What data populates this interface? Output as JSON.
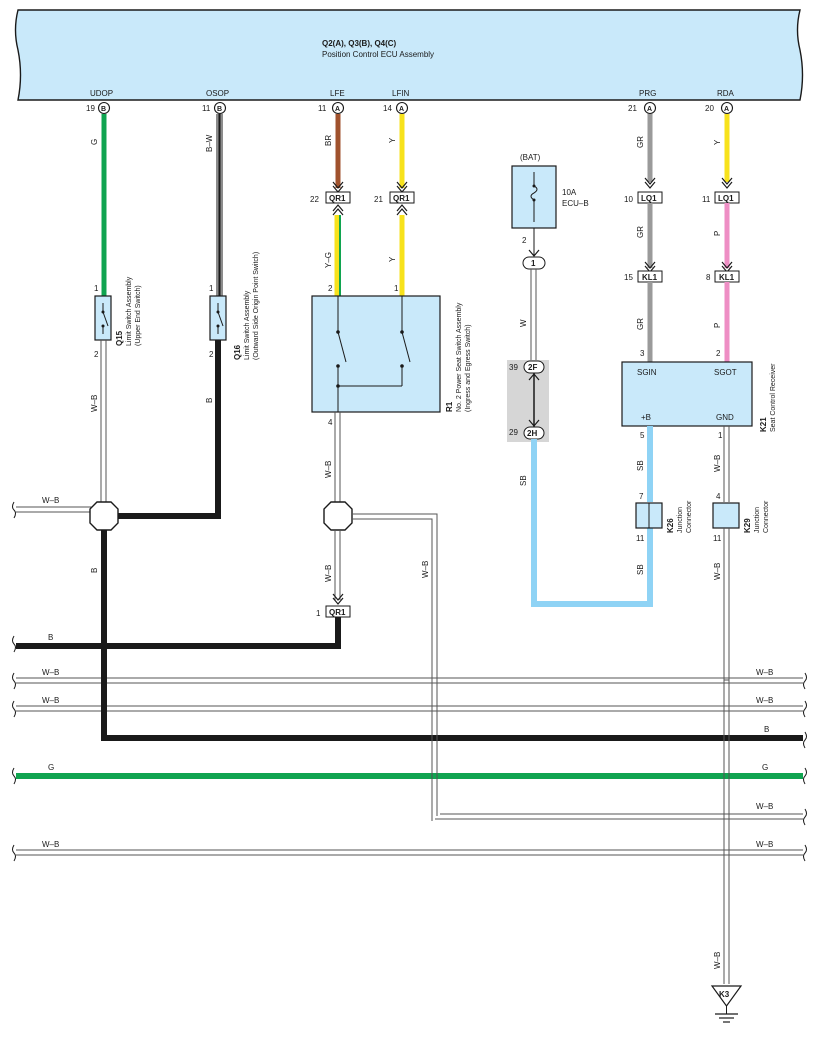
{
  "ecu": {
    "title": "Q2(A), Q3(B), Q4(C)",
    "subtitle": "Position Control ECU Assembly",
    "terminals": [
      {
        "name": "UDOP",
        "pin": "19",
        "conn": "B"
      },
      {
        "name": "OSOP",
        "pin": "11",
        "conn": "B"
      },
      {
        "name": "LFE",
        "pin": "11",
        "conn": "A"
      },
      {
        "name": "LFIN",
        "pin": "14",
        "conn": "A"
      },
      {
        "name": "PRG",
        "pin": "21",
        "conn": "A"
      },
      {
        "name": "RDA",
        "pin": "20",
        "conn": "A"
      }
    ]
  },
  "wire_colors": {
    "G": "#10a450",
    "B": "#1a1a1a",
    "W": "#ffffff",
    "BR": "#a0522d",
    "Y": "#f7e21c",
    "GR": "#9a9a9a",
    "P": "#ee8ec4",
    "SB": "#8fd3f5"
  },
  "wires": {
    "udop": "G",
    "osop": "B–W",
    "lfe": "BR",
    "lfin": "Y",
    "prg": "GR",
    "rda": "Y",
    "lfe_lower": "Y–G",
    "lfin_lower": "Y",
    "prg_mid": "GR",
    "prg_low": "GR",
    "rda_mid": "P",
    "rda_low": "P",
    "q15_out": "W–B",
    "q16_out": "B",
    "bat_wire": "W",
    "sb_wire": "SB",
    "k21_gnd": "W–B",
    "k26_out": "SB",
    "k29_out": "W–B",
    "r1_out": "W–B",
    "splice_b": "B",
    "splice_wb": "W–B",
    "r1_down": "W–B",
    "ground_wire": "W–B"
  },
  "connectors": {
    "qr1": "QR1",
    "lq1": "LQ1",
    "kl1": "KL1",
    "qr1_pin_a": "22",
    "qr1_pin_b": "21",
    "qr1_pin_c": "1",
    "lq1_pin_a": "10",
    "lq1_pin_b": "11",
    "kl1_pin_a": "15",
    "kl1_pin_b": "8",
    "inline_1": "1",
    "j2f": "2F",
    "j2h": "2H",
    "j2f_pin": "39",
    "j2h_pin": "29",
    "ground": "K3"
  },
  "components": {
    "q15": {
      "code": "Q15",
      "name": "Limit Switch Assembly",
      "sub": "(Upper End Switch)",
      "pin_top": "1",
      "pin_bottom": "2"
    },
    "q16": {
      "code": "Q16",
      "name": "Limit Switch Assembly",
      "sub": "(Outward Side Origin Point Switch)",
      "pin_top": "1",
      "pin_bottom": "2"
    },
    "r1": {
      "code": "R1",
      "name": "No. 2 Power Seat Switch Assembly",
      "sub": "(Ingress and Egress Switch)",
      "pin_a": "2",
      "pin_b": "1",
      "pin_c": "4"
    },
    "fuse": {
      "supply": "(BAT)",
      "rating": "10A",
      "name": "ECU–B",
      "pin": "2"
    },
    "k21": {
      "code": "K21",
      "name": "Seat Control Receiver",
      "sgin": "SGIN",
      "sgot": "SGOT",
      "plus_b": "+B",
      "gnd": "GND",
      "pin_sgin": "3",
      "pin_sgot": "2",
      "pin_b": "5",
      "pin_gnd": "1"
    },
    "k26": {
      "code": "K26",
      "name": "Junction",
      "sub": "Connector",
      "pin_top": "7",
      "pin_bottom": "11"
    },
    "k29": {
      "code": "K29",
      "name": "Junction",
      "sub": "Connector",
      "pin_top": "4",
      "pin_bottom": "11"
    }
  },
  "bus_lines": [
    {
      "left": "W–B",
      "right": ""
    },
    {
      "left": "B",
      "right": ""
    },
    {
      "left": "W–B",
      "right": "W–B"
    },
    {
      "left": "W–B",
      "right": "W–B"
    },
    {
      "left": "",
      "right": "B"
    },
    {
      "left": "G",
      "right": "G"
    },
    {
      "left": "",
      "right": "W–B"
    },
    {
      "left": "W–B",
      "right": "W–B"
    }
  ]
}
